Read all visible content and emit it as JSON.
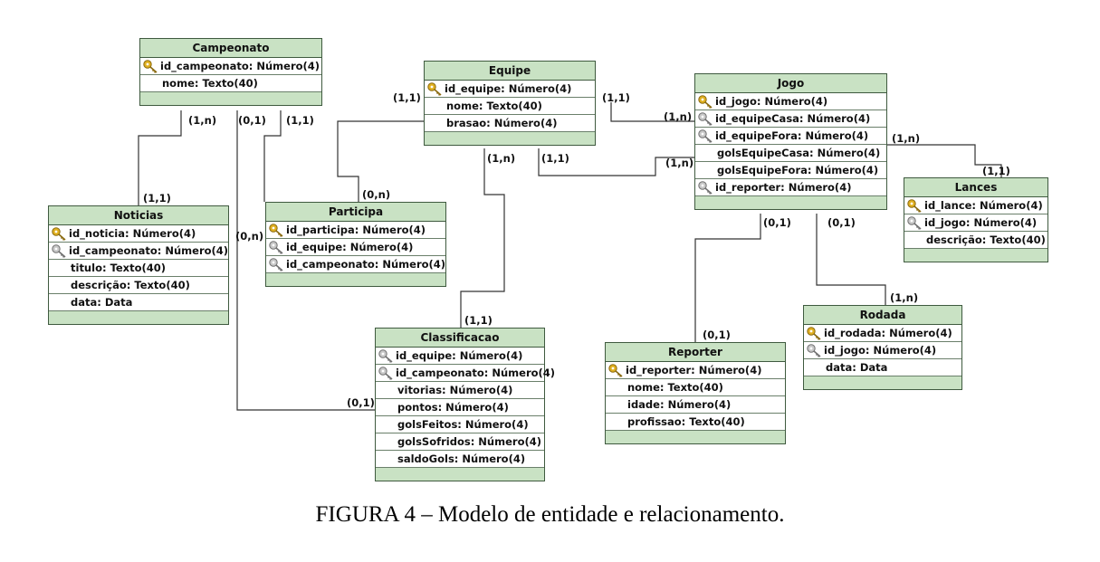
{
  "caption": "FIGURA 4 – Modelo de entidade e relacionamento.",
  "entities": {
    "campeonato": {
      "title": "Campeonato",
      "fields": [
        {
          "name": "id_campeonato: Número(4)",
          "key": "pk"
        },
        {
          "name": "nome: Texto(40)",
          "key": "none"
        }
      ]
    },
    "equipe": {
      "title": "Equipe",
      "fields": [
        {
          "name": "id_equipe: Número(4)",
          "key": "pk"
        },
        {
          "name": "nome: Texto(40)",
          "key": "none"
        },
        {
          "name": "brasao: Número(4)",
          "key": "none"
        }
      ]
    },
    "jogo": {
      "title": "Jogo",
      "fields": [
        {
          "name": "id_jogo: Número(4)",
          "key": "pk"
        },
        {
          "name": "id_equipeCasa: Número(4)",
          "key": "fk"
        },
        {
          "name": "id_equipeFora: Número(4)",
          "key": "fk"
        },
        {
          "name": "golsEquipeCasa: Número(4)",
          "key": "none"
        },
        {
          "name": "golsEquipeFora: Número(4)",
          "key": "none"
        },
        {
          "name": "id_reporter: Número(4)",
          "key": "fk"
        }
      ]
    },
    "noticias": {
      "title": "Noticias",
      "fields": [
        {
          "name": "id_noticia: Número(4)",
          "key": "pk"
        },
        {
          "name": "id_campeonato: Número(4)",
          "key": "fk"
        },
        {
          "name": "titulo: Texto(40)",
          "key": "none"
        },
        {
          "name": "descrição: Texto(40)",
          "key": "none"
        },
        {
          "name": "data: Data",
          "key": "none"
        }
      ]
    },
    "participa": {
      "title": "Participa",
      "fields": [
        {
          "name": "id_participa: Número(4)",
          "key": "pk"
        },
        {
          "name": "id_equipe: Número(4)",
          "key": "fk"
        },
        {
          "name": "id_campeonato: Número(4)",
          "key": "fk"
        }
      ]
    },
    "lances": {
      "title": "Lances",
      "fields": [
        {
          "name": "id_lance: Número(4)",
          "key": "pk"
        },
        {
          "name": "id_jogo: Número(4)",
          "key": "fk"
        },
        {
          "name": "descrição: Texto(40)",
          "key": "none"
        }
      ]
    },
    "classificacao": {
      "title": "Classificacao",
      "fields": [
        {
          "name": "id_equipe: Número(4)",
          "key": "fk"
        },
        {
          "name": "id_campeonato: Número(4)",
          "key": "fk"
        },
        {
          "name": "vitorias: Número(4)",
          "key": "none"
        },
        {
          "name": "pontos: Número(4)",
          "key": "none"
        },
        {
          "name": "golsFeitos: Número(4)",
          "key": "none"
        },
        {
          "name": "golsSofridos: Número(4)",
          "key": "none"
        },
        {
          "name": "saldoGols: Número(4)",
          "key": "none"
        }
      ]
    },
    "rodada": {
      "title": "Rodada",
      "fields": [
        {
          "name": "id_rodada: Número(4)",
          "key": "pk"
        },
        {
          "name": "id_jogo: Número(4)",
          "key": "fk"
        },
        {
          "name": "data: Data",
          "key": "none"
        }
      ]
    },
    "reporter": {
      "title": "Reporter",
      "fields": [
        {
          "name": "id_reporter: Número(4)",
          "key": "pk"
        },
        {
          "name": "nome: Texto(40)",
          "key": "none"
        },
        {
          "name": "idade: Número(4)",
          "key": "none"
        },
        {
          "name": "profissao: Texto(40)",
          "key": "none"
        }
      ]
    }
  },
  "cardinalities": {
    "camp_noticias_top": "(1,n)",
    "camp_classif_top": "(0,1)",
    "camp_participa_top": "(1,1)",
    "noticias_bottom": "(1,1)",
    "participa_top": "(0,n)",
    "participa_left": "(0,n)",
    "equipe_participa": "(1,1)",
    "equipe_jogo_right": "(1,1)",
    "equipe_classif": "(1,n)",
    "equipe_jogo_low": "(1,1)",
    "jogo_left_top": "(1,n)",
    "jogo_left_low": "(1,n)",
    "jogo_lances": "(1,n)",
    "lances_top": "(1,1)",
    "jogo_reporter": "(0,1)",
    "jogo_rodada": "(0,1)",
    "rodada_top": "(1,n)",
    "reporter_top": "(0,1)",
    "classif_top": "(1,1)",
    "classif_left": "(0,1)"
  },
  "colors": {
    "header_fill": "#c9e2c4",
    "border": "#3f5a3f",
    "key_pk": "#e0b020",
    "key_fk": "#a8a8a8"
  }
}
